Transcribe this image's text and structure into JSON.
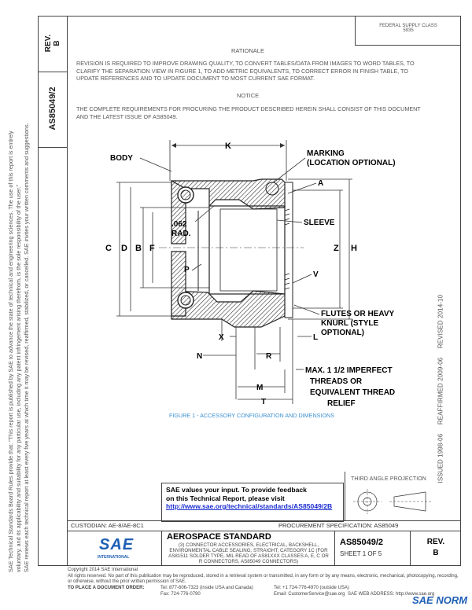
{
  "side": {
    "rev_label": "REV.",
    "rev_value": "B",
    "doc_number": "AS85049/2",
    "legal_lines": [
      "SAE Technical Standards Board Rules provide that: \"This report is published by SAE to advance the state of technical and engineering sciences. The use of this report is entirely",
      "voluntary, and its applicability and suitability for any particular use, including any patent infringement arising therefrom, is the sole responsibility of the user.\"",
      "SAE reviews each technical report at least every five years at which time it may be revised, reaffirmed, stabilized, or cancelled. SAE invites your written comments and suggestions."
    ]
  },
  "class_box": {
    "line1": "FEDERAL SUPPLY CLASS",
    "line2": "5935"
  },
  "rationale": {
    "heading": "RATIONALE",
    "body": "REVISION IS REQUIRED TO IMPROVE DRAWING QUALITY, TO CONVERT TABLES/DATA FROM IMAGES TO WORD TABLES, TO CLARIFY THE SEPARATION VIEW IN FIGURE 1, TO ADD METRIC EQUIVALENTS, TO CORRECT ERROR IN FINISH TABLE, TO UPDATE REFERENCES AND TO UPDATE DOCUMENT TO MOST CURRENT SAE FORMAT."
  },
  "notice": {
    "heading": "NOTICE",
    "body": "THE COMPLETE REQUIREMENTS FOR PROCURING THE PRODUCT DESCRIBED HEREIN SHALL CONSIST OF THIS DOCUMENT AND THE LATEST ISSUE OF AS85049."
  },
  "figure": {
    "labels": {
      "k": "K",
      "body": "BODY",
      "marking": "MARKING",
      "marking_sub": "(LOCATION OPTIONAL)",
      "a": "A",
      "rad1": ".062",
      "rad2": "RAD.",
      "sleeve": "SLEEVE",
      "c": "C",
      "d": "D",
      "b": "B",
      "f": "F",
      "z": "Z",
      "h": "H",
      "p": "P",
      "v": "V",
      "flutes1": "FLUTES OR HEAVY",
      "flutes2": "KNURL (STYLE",
      "flutes3": "OPTIONAL)",
      "x": "X",
      "l": "L",
      "n": "N",
      "r": "R",
      "m": "M",
      "t": "T",
      "thr1": "MAX. 1 1/2 IMPERFECT",
      "thr2": "THREADS OR",
      "thr3": "EQUIVALENT THREAD",
      "thr4": "RELIEF"
    },
    "caption": "FIGURE 1 - ACCESSORY CONFIGURATION AND DIMENSIONS"
  },
  "right_margin": {
    "issued": "ISSUED 1998-06",
    "reaffirmed": "REAFFIRMED 2009-06",
    "revised": "REVISED 2014-10"
  },
  "projection": {
    "label": "THIRD ANGLE PROJECTION"
  },
  "feedback": {
    "line1": "SAE values your input. To provide feedback",
    "line2": "on this Technical Report, please visit",
    "link": "http://www.sae.org/technical/standards/AS85049/2B"
  },
  "custodian": {
    "left": "CUSTODIAN: AE-8/AE-8C1",
    "right": "PROCUREMENT SPECIFICATION: AS85049"
  },
  "title_block": {
    "logo": "SAE",
    "logo_sub": "INTERNATIONAL",
    "standard": "AEROSPACE STANDARD",
    "description": "(3) CONNECTOR ACCESSORIES, ELECTRICAL, BACKSHELL, ENVIRONMENTAL CABLE SEALING, STRAIGHT, CATEGORY 1C (FOR AS81511 SOLDER TYPE, MIL READ OF AS81XXX CLASSES A, E, C OR R CONNECTORS, AS85049 CONNECTORS)",
    "doc": "AS85049/2",
    "sheet": "SHEET 1 OF 5",
    "rev_label": "REV.",
    "rev_value": "B"
  },
  "footer": {
    "copyright": "Copyright 2014 SAE International",
    "rights": "All rights reserved. No part of this publication may be reproduced, stored in a retrieval system or transmitted, in any form or by any means, electronic, mechanical, photocopying, recording, or otherwise, without the prior written permission of SAE.",
    "order": "TO PLACE A DOCUMENT ORDER:",
    "tel1": "Tel: 877-606-7323 (inside USA and Canada)",
    "tel2": "Tel: +1 724-776-4970 (outside USA)",
    "fax": "Fax: 724-776-0790",
    "email": "Email: CustomerService@sae.org",
    "web": "SAE WEB ADDRESS: http://www.sae.org",
    "watermark": "SAE NORM"
  }
}
